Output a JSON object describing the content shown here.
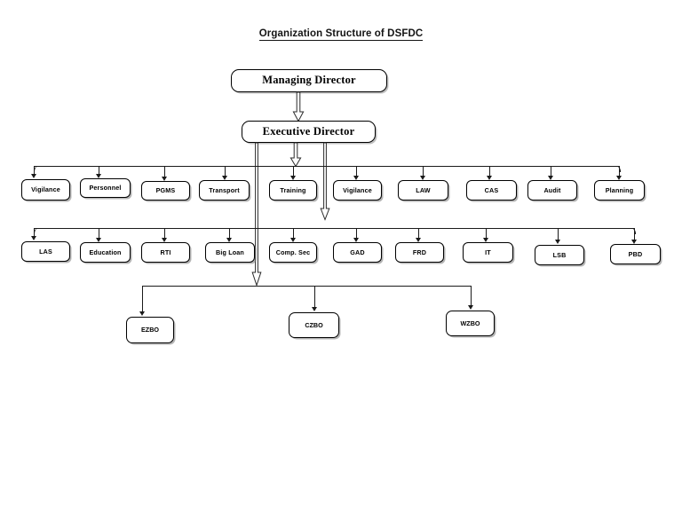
{
  "title": {
    "text": "Organization Structure of DSFDC"
  },
  "colors": {
    "line": "#1a1a1a",
    "box_border": "#000000",
    "box_fill": "#ffffff",
    "text": "#000000",
    "background": "#ffffff",
    "shadow": "#787878"
  },
  "chart_data": {
    "type": "diagram",
    "diagram_kind": "organization-chart",
    "title": "Organization Structure of DSFDC",
    "levels": [
      {
        "name": "level-1",
        "nodes": [
          "Managing Director"
        ]
      },
      {
        "name": "level-2",
        "nodes": [
          "Executive Director"
        ]
      },
      {
        "name": "level-3",
        "nodes": [
          "Vigilance",
          "Personnel",
          "PGMS",
          "Transport",
          "Training",
          "Vigilance",
          "LAW",
          "CAS",
          "Audit",
          "Planning"
        ]
      },
      {
        "name": "level-4",
        "nodes": [
          "LAS",
          "Education",
          "RTI",
          "Big Loan",
          "Comp. Sec",
          "GAD",
          "FRD",
          "IT",
          "LSB",
          "PBD"
        ]
      },
      {
        "name": "level-5",
        "nodes": [
          "EZBO",
          "CZBO",
          "WZBO"
        ]
      }
    ],
    "edges": [
      {
        "from": "Managing Director",
        "to": "Executive Director",
        "style": "hollow-arrow"
      },
      {
        "from": "Executive Director",
        "to": "level-3-rail",
        "style": "hollow-arrow"
      },
      {
        "from": "Executive Director",
        "to": "level-4-rail",
        "style": "hollow-arrow"
      },
      {
        "from": "Executive Director",
        "to": "level-5-rail",
        "style": "hollow-arrow"
      }
    ]
  },
  "nodes": {
    "managing_director": {
      "label": "Managing Director"
    },
    "executive_director": {
      "label": "Executive Director"
    },
    "row1": [
      {
        "label": "Vigilance"
      },
      {
        "label": "Personnel"
      },
      {
        "label": "PGMS"
      },
      {
        "label": "Transport"
      },
      {
        "label": "Training"
      },
      {
        "label": "Vigilance"
      },
      {
        "label": "LAW"
      },
      {
        "label": "CAS"
      },
      {
        "label": "Audit"
      },
      {
        "label": "Planning"
      }
    ],
    "row2": [
      {
        "label": "LAS"
      },
      {
        "label": "Education"
      },
      {
        "label": "RTI"
      },
      {
        "label": "Big Loan"
      },
      {
        "label": "Comp. Sec"
      },
      {
        "label": "GAD"
      },
      {
        "label": "FRD"
      },
      {
        "label": "IT"
      },
      {
        "label": "LSB"
      },
      {
        "label": "PBD"
      }
    ],
    "row3": [
      {
        "label": "EZBO"
      },
      {
        "label": "CZBO"
      },
      {
        "label": "WZBO"
      }
    ]
  }
}
